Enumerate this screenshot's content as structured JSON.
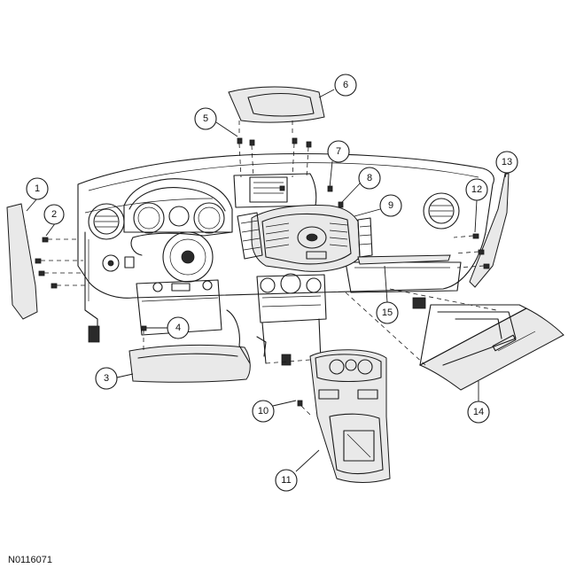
{
  "figure_id": "N0116071",
  "callouts": [
    {
      "label": "1"
    },
    {
      "label": "2"
    },
    {
      "label": "3"
    },
    {
      "label": "4"
    },
    {
      "label": "5"
    },
    {
      "label": "6"
    },
    {
      "label": "7"
    },
    {
      "label": "8"
    },
    {
      "label": "9"
    },
    {
      "label": "10"
    },
    {
      "label": "11"
    },
    {
      "label": "12"
    },
    {
      "label": "13"
    },
    {
      "label": "14"
    },
    {
      "label": "15"
    }
  ]
}
